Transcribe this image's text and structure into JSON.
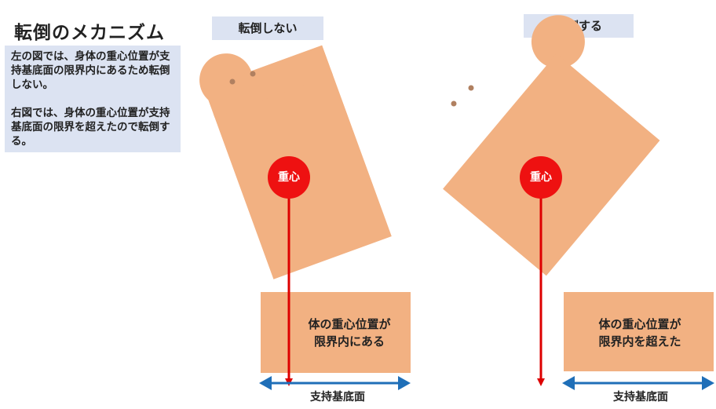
{
  "title": "転倒のメカニズム",
  "explanation": {
    "para1": "左の図では、身体の重心位置が支持基底面の限界内にあるため転倒しない。",
    "para2": "右図では、身体の重心位置が支持基底面の限界を超えたので転倒する。"
  },
  "left_panel": {
    "header": "転倒しない",
    "cog_label": "重心",
    "base_text_line1": "体の重心位置が",
    "base_text_line2": "限界内にある",
    "base_label": "支持基底面"
  },
  "right_panel": {
    "header": "転倒する",
    "cog_label": "重心",
    "base_text_line1": "体の重心位置が",
    "base_text_line2": "限界内を超えた",
    "base_label": "支持基底面"
  },
  "colors": {
    "body": "#f2b182",
    "eye": "#b08060",
    "cog": "#ee1111",
    "gravity_line": "#dd0000",
    "base_arrow": "#1f6fb8",
    "label_bg": "#dce3f2"
  }
}
